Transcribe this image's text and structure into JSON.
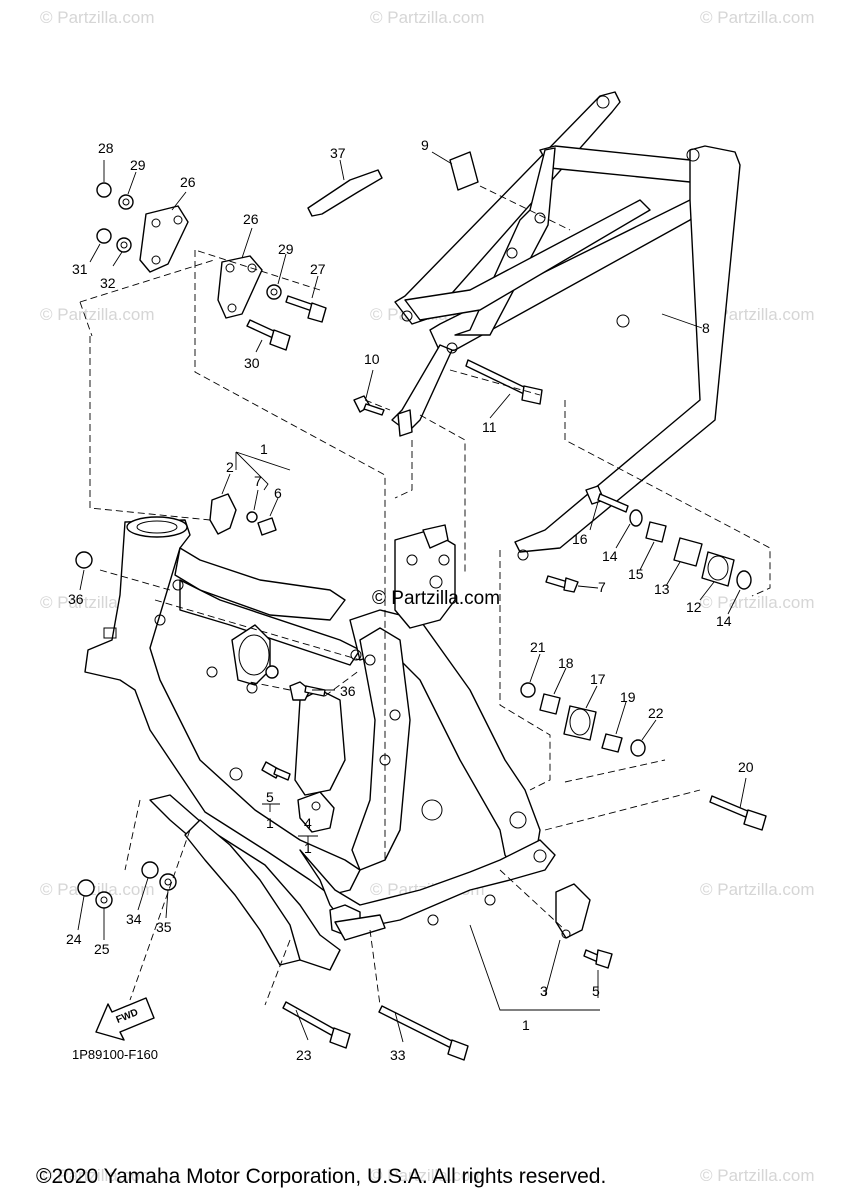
{
  "watermarks": [
    "© Partzilla.com"
  ],
  "center_watermark": "© Partzilla.com",
  "diagram_code": "1P89100-F160",
  "fwd_label": "FWD",
  "copyright": "©2020 Yamaha Motor Corporation, U.S.A. All rights reserved.",
  "callouts": [
    "1",
    "2",
    "3",
    "4",
    "5",
    "6",
    "7",
    "8",
    "9",
    "10",
    "11",
    "12",
    "13",
    "14",
    "15",
    "16",
    "17",
    "18",
    "19",
    "20",
    "21",
    "22",
    "23",
    "24",
    "25",
    "26",
    "27",
    "28",
    "29",
    "30",
    "31",
    "32",
    "33",
    "34",
    "35",
    "36",
    "37"
  ]
}
